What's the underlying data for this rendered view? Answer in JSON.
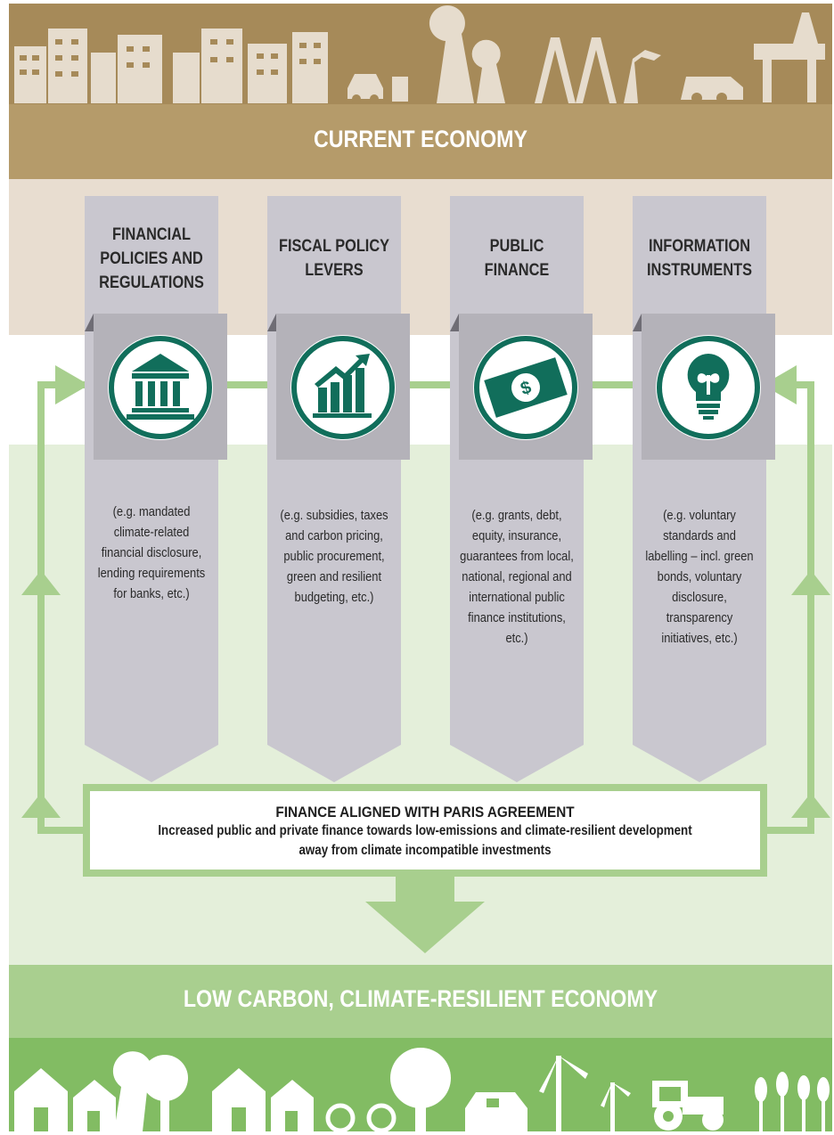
{
  "header": {
    "title": "CURRENT ECONOMY"
  },
  "columns": [
    {
      "title": "FINANCIAL POLICIES AND REGULATIONS",
      "icon": "bank-building-icon",
      "description": "(e.g. mandated climate-related financial disclosure, lending requirements for banks, etc.)"
    },
    {
      "title": "FISCAL POLICY LEVERS",
      "icon": "growth-bar-chart-icon",
      "description": "(e.g. subsidies, taxes and carbon pricing, public procurement, green and resilient budgeting, etc.)"
    },
    {
      "title": "PUBLIC FINANCE",
      "icon": "dollar-banknote-icon",
      "description": "(e.g. grants, debt, equity, insurance, guarantees from local, national, regional and international public finance institutions, etc.)"
    },
    {
      "title": "INFORMATION INSTRUMENTS",
      "icon": "lightbulb-sprout-icon",
      "description": "(e.g. voluntary standards and labelling – incl. green bonds, voluntary disclosure, transparency initiatives, etc.)"
    }
  ],
  "finance_box": {
    "title": "FINANCE ALIGNED WITH PARIS AGREEMENT",
    "line1": "Increased public and private finance towards low-emissions and climate-resilient development",
    "line2": "away from climate incompatible investments"
  },
  "footer": {
    "title": "LOW CARBON, CLIMATE-RESILIENT ECONOMY"
  },
  "colors": {
    "brown_dark": "#a68a59",
    "brown_mid": "#b59b6a",
    "beige": "#e8ddd0",
    "grey_column": "#c9c7cf",
    "grey_icon_box": "#b4b2b9",
    "teal": "#116e5b",
    "green_light": "#e4efda",
    "green_mid": "#a9cf8f",
    "green_dark": "#82bc63"
  }
}
